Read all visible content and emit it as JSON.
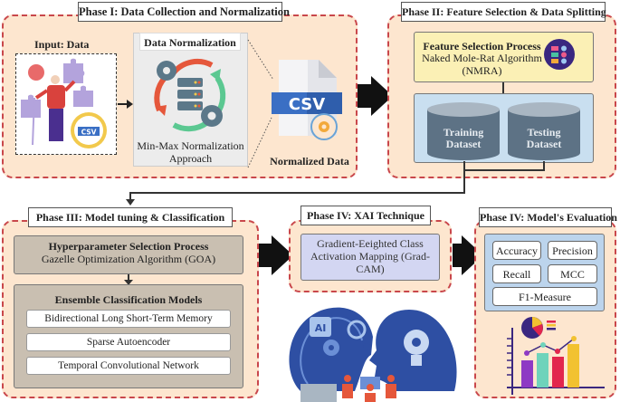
{
  "phase1": {
    "title": "Phase I: Data Collection and Normalization",
    "input_label": "Input: Data",
    "input_icon_text": "CSV",
    "normalization_title": "Data Normalization",
    "normalization_caption_line1": "Min-Max Normalization",
    "normalization_caption_line2": "Approach",
    "output_icon_text": "CSV",
    "output_label": "Normalized Data"
  },
  "phase2": {
    "title": "Phase II: Feature Selection & Data Splitting",
    "feature_title": "Feature Selection Process",
    "feature_algo_line1": "Naked Mole-Rat Algorithm",
    "feature_algo_line2": "(NMRA)",
    "training_line1": "Training",
    "training_line2": "Dataset",
    "testing_line1": "Testing",
    "testing_line2": "Dataset"
  },
  "phase3": {
    "title": "Phase III: Model tuning & Classification",
    "hyper_title": "Hyperparameter Selection Process",
    "hyper_algo": "Gazelle Optimization Algorithm (GOA)",
    "ensemble_title": "Ensemble Classification Models",
    "models": [
      "Bidirectional Long Short-Term Memory",
      "Sparse Autoencoder",
      "Temporal Convolutional Network"
    ]
  },
  "phase4": {
    "title": "Phase IV: XAI Technique",
    "technique_line1": "Gradient-Eeighted Class",
    "technique_line2": "Activation Mapping  (Grad-",
    "technique_line3": "CAM)",
    "ai_badge": "AI"
  },
  "phase5": {
    "title": "Phase IV: Model's Evaluation",
    "metrics": [
      "Accuracy",
      "Precision",
      "Recall",
      "MCC",
      "F1-Measure"
    ]
  },
  "colors": {
    "phase_bg": "#fde6cf",
    "phase_border": "#c9474b",
    "feature_box": "#fbf0b5",
    "split_box": "#c9dff0",
    "cylinder": "#5d7285",
    "tuning_box": "#c9bfb1",
    "xai_box": "#d3d6f2",
    "eval_box": "#bcd4ec",
    "csv_blue": "#3a6fc4"
  }
}
